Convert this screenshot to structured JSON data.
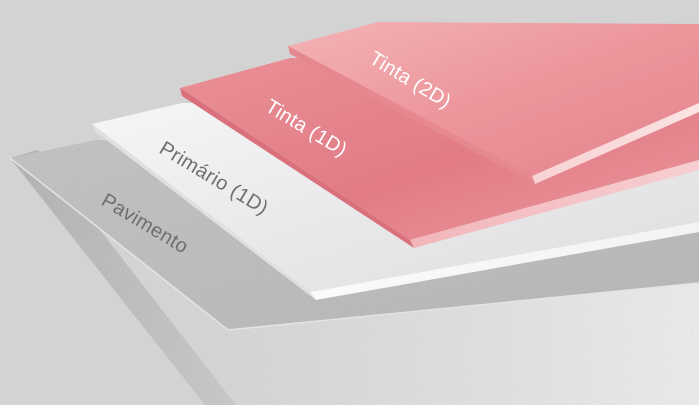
{
  "background_color": "#d3d3d3",
  "layers": [
    {
      "key": "pavimento",
      "label": "Pavimento",
      "color": "#c4c4c4"
    },
    {
      "key": "primario",
      "label": "Primário (1D)",
      "color": "#ececee"
    },
    {
      "key": "tinta1",
      "label": "Tinta (1D)",
      "color": "#e8848c"
    },
    {
      "key": "tinta2",
      "label": "Tinta (2D)",
      "color": "#ef9ea3"
    }
  ]
}
